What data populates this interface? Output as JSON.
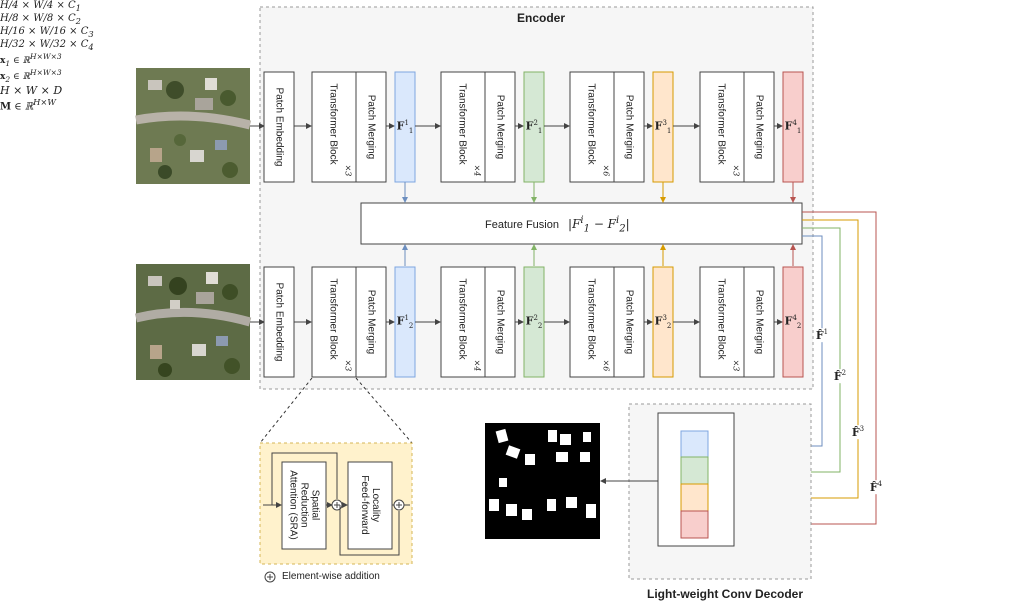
{
  "encoder": {
    "title": "Encoder",
    "stage_dims": [
      {
        "h": "H",
        "hd": "4",
        "w": "W",
        "wd": "4",
        "c": "C",
        "ci": "1"
      },
      {
        "h": "H",
        "hd": "8",
        "w": "W",
        "wd": "8",
        "c": "C",
        "ci": "2"
      },
      {
        "h": "H",
        "hd": "16",
        "w": "W",
        "wd": "16",
        "c": "C",
        "ci": "3"
      },
      {
        "h": "H",
        "hd": "32",
        "w": "W",
        "wd": "32",
        "c": "C",
        "ci": "4"
      }
    ],
    "patch_embedding": "Patch Embedding",
    "transformer_block": "Transformer Block",
    "patch_merging": "Patch Merging",
    "repeats": [
      "×3",
      "×4",
      "×6",
      "×3"
    ],
    "top_features": [
      {
        "base": "F",
        "sub": "1",
        "sup": "1"
      },
      {
        "base": "F",
        "sub": "1",
        "sup": "2"
      },
      {
        "base": "F",
        "sub": "1",
        "sup": "3"
      },
      {
        "base": "F",
        "sub": "1",
        "sup": "4"
      }
    ],
    "bottom_features": [
      {
        "base": "F",
        "sub": "2",
        "sup": "1"
      },
      {
        "base": "F",
        "sub": "2",
        "sup": "2"
      },
      {
        "base": "F",
        "sub": "2",
        "sup": "3"
      },
      {
        "base": "F",
        "sub": "2",
        "sup": "4"
      }
    ],
    "feature_colors": [
      "#dae8fc",
      "#d5e8d4",
      "#ffe6cc",
      "#f8cecc"
    ],
    "feature_borders": [
      "#7ea6e0",
      "#82b366",
      "#d79b00",
      "#b85450"
    ]
  },
  "inputs": {
    "x1_label": "x₁ ∈ ℝ^{H×W×3}",
    "x1_base": "x",
    "x1_sub": "1",
    "x1_set": "∈ ℝ",
    "x1_sup": "H×W×3",
    "x2_base": "x",
    "x2_sub": "2",
    "x2_set": "∈ ℝ",
    "x2_sup": "H×W×3"
  },
  "fusion": {
    "label": "Feature Fusion",
    "formula_left": "|F",
    "formula_sup1": "i",
    "formula_sub1": "1",
    "formula_minus": " − F",
    "formula_sup2": "i",
    "formula_sub2": "2",
    "formula_right": "|"
  },
  "fused_features": [
    {
      "base": "F̂",
      "sup": "1"
    },
    {
      "base": "F̂",
      "sup": "2"
    },
    {
      "base": "F̂",
      "sup": "3"
    },
    {
      "base": "F̂",
      "sup": "4"
    }
  ],
  "decoder": {
    "title": "Light-weight Conv Decoder",
    "dims": "H × W × D"
  },
  "output": {
    "label_base": "M",
    "label_set": "∈ ℝ",
    "label_sup": "H×W"
  },
  "detail": {
    "sra": "Spatial Reduction Attention (SRA)",
    "sra_lines": [
      "Spatial",
      "Reduction",
      "Attention (SRA)"
    ],
    "ffn_lines": [
      "Locality",
      "Feed-forward"
    ],
    "legend": "Element-wise addition"
  }
}
